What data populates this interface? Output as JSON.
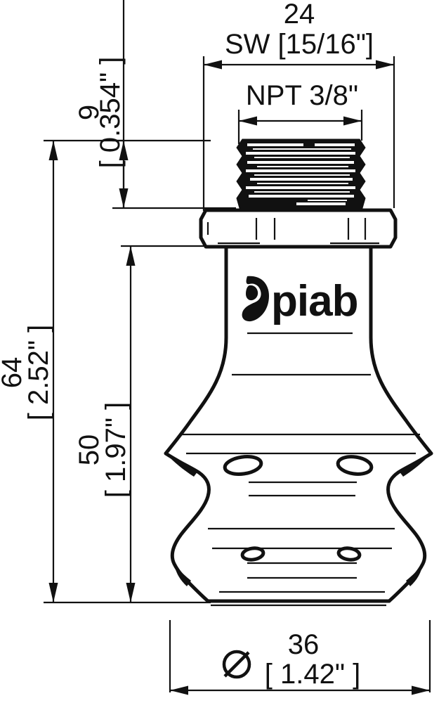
{
  "drawing": {
    "title": "piab suction cup technical drawing",
    "brand_logo_text": "piab",
    "line_color": "#111111",
    "background_color": "#ffffff"
  },
  "dimensions": {
    "thread_height": {
      "name": "thread-height",
      "metric": "9",
      "imperial": "[ 0.354\" ]",
      "orientation": "vertical",
      "value_mm": 9,
      "value_in": 0.354
    },
    "wrench_size": {
      "name": "wrench-size",
      "metric": "24",
      "label_prefix": "SW",
      "imperial": "[15/16\"]",
      "combined_label": "SW [15/16\"]",
      "orientation": "horizontal",
      "value_mm": 24
    },
    "thread_spec": {
      "name": "thread-spec",
      "label": "NPT 3/8\"",
      "orientation": "horizontal"
    },
    "total_height": {
      "name": "total-height",
      "metric": "64",
      "imperial": "[ 2.52\" ]",
      "orientation": "vertical",
      "value_mm": 64,
      "value_in": 2.52
    },
    "body_height": {
      "name": "body-height",
      "metric": "50",
      "imperial": "[ 1.97\" ]",
      "orientation": "vertical",
      "value_mm": 50,
      "value_in": 1.97
    },
    "cup_diameter": {
      "name": "cup-diameter",
      "symbol": "Ø",
      "metric": "36",
      "imperial": "[ 1.42\" ]",
      "orientation": "horizontal",
      "value_mm": 36,
      "value_in": 1.42
    }
  }
}
